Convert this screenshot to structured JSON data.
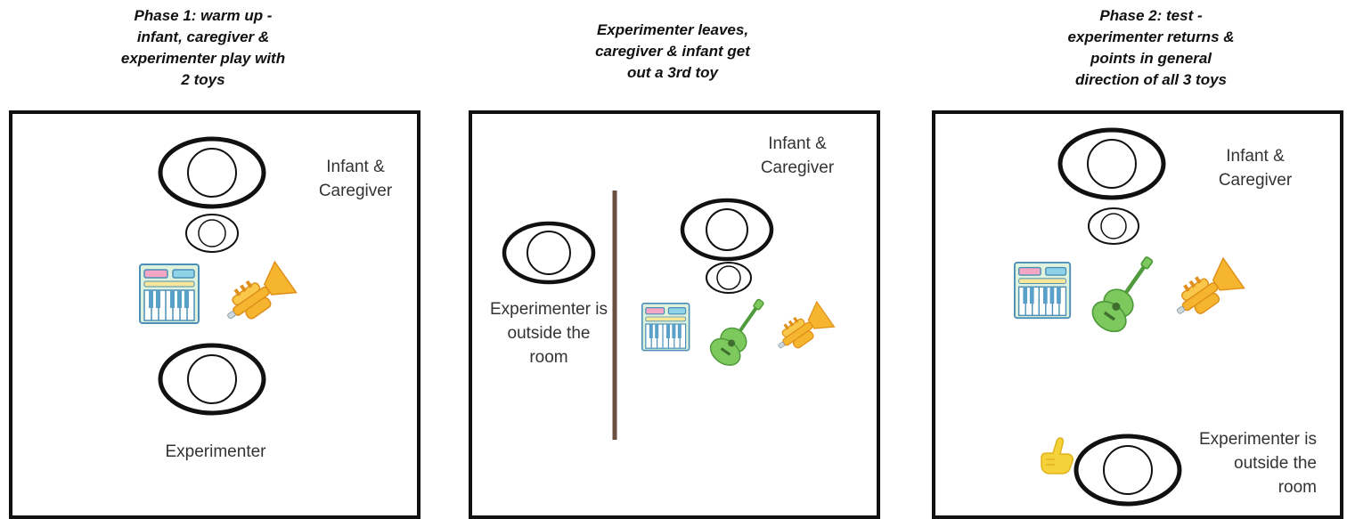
{
  "panels": [
    {
      "title": "Phase 1: warm up -\ninfant, caregiver &\nexperimenter play with\n2 toys",
      "label_top": "Infant &\nCaregiver",
      "label_bottom": "Experimenter",
      "toys": [
        "keyboard-icon",
        "trumpet-icon"
      ]
    },
    {
      "title": "Experimenter leaves,\ncaregiver & infant get\nout a 3rd toy",
      "label_top": "Infant &\nCaregiver",
      "label_left": "Experimenter is\noutside the\nroom",
      "toys": [
        "keyboard-icon",
        "guitar-icon",
        "trumpet-icon"
      ]
    },
    {
      "title": "Phase 2: test -\nexperimenter returns &\npoints in general\ndirection of all 3 toys",
      "label_top": "Infant &\nCaregiver",
      "label_bottom": "Experimenter is\noutside the\nroom",
      "toys": [
        "keyboard-icon",
        "guitar-icon",
        "trumpet-icon"
      ],
      "gesture": "pointing-hand-icon"
    }
  ],
  "colors": {
    "frame": "#111111",
    "divider": "#6b4f3f",
    "keyboard_body": "#dff3dc",
    "keyboard_keys": "#5aa0c8",
    "guitar": "#7dc95e",
    "trumpet": "#f5b52e",
    "hand": "#f6d23a"
  }
}
